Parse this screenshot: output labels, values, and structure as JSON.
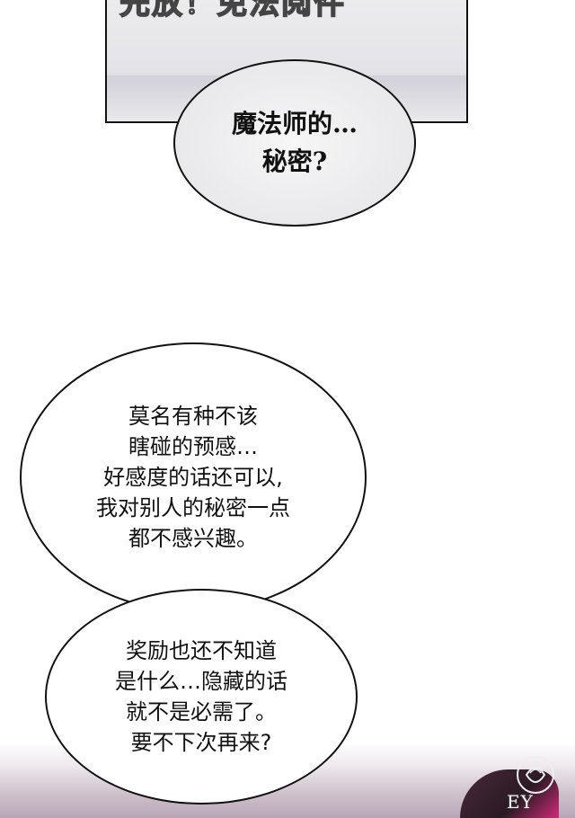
{
  "panels": {
    "top": {
      "cropped_caption": "先放！免法阅件"
    }
  },
  "bubbles": [
    {
      "lines": [
        "魔法师的…",
        "秘密?"
      ]
    },
    {
      "lines": [
        "莫名有种不该",
        "瞎碰的预感…",
        "好感度的话还可以,",
        "我对别人的秘密一点",
        "都不感兴趣。"
      ]
    },
    {
      "lines": [
        "奖励也还不知道",
        "是什么…隐藏的话",
        "就不是必需了。",
        "要不下次再来?"
      ]
    }
  ],
  "watermark": {
    "text": "EY",
    "icon": "rose-logo-icon"
  }
}
